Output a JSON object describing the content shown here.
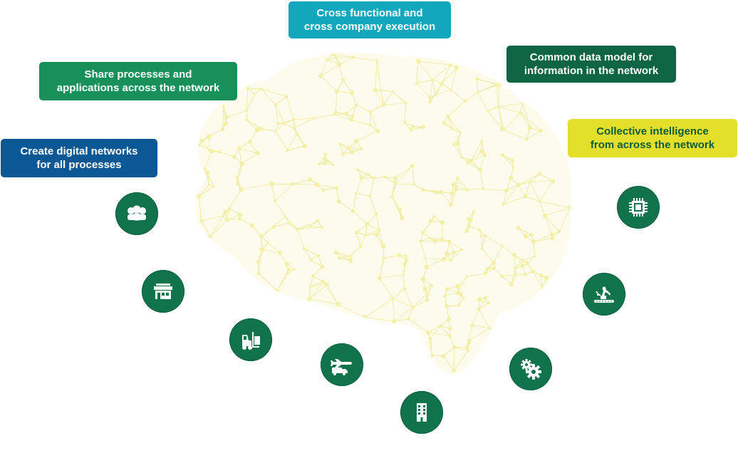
{
  "labels": {
    "cross": {
      "text": "Cross functional and\ncross company execution",
      "bg": "#11a7bd",
      "fg": "#ffffff"
    },
    "share": {
      "text": "Share processes and\napplications across the network",
      "bg": "#17905a",
      "fg": "#ffffff"
    },
    "common": {
      "text": "Common data model for\ninformation in the network",
      "bg": "#0d6544",
      "fg": "#ffffff"
    },
    "collective": {
      "text": "Collective intelligence\nfrom across the network",
      "bg": "#e4e02a",
      "fg": "#0b5b3d"
    },
    "create": {
      "text": "Create digital networks\nfor all processes",
      "bg": "#0c5894",
      "fg": "#ffffff"
    }
  },
  "colors": {
    "badge": "#11734c",
    "brain_node": "#f4f0a8",
    "brain_line": "#efeaa0"
  },
  "icons": [
    "people-icon",
    "store-icon",
    "forklift-icon",
    "plane-truck-icon",
    "building-icon",
    "gears-icon",
    "robot-arm-icon",
    "chip-icon"
  ]
}
